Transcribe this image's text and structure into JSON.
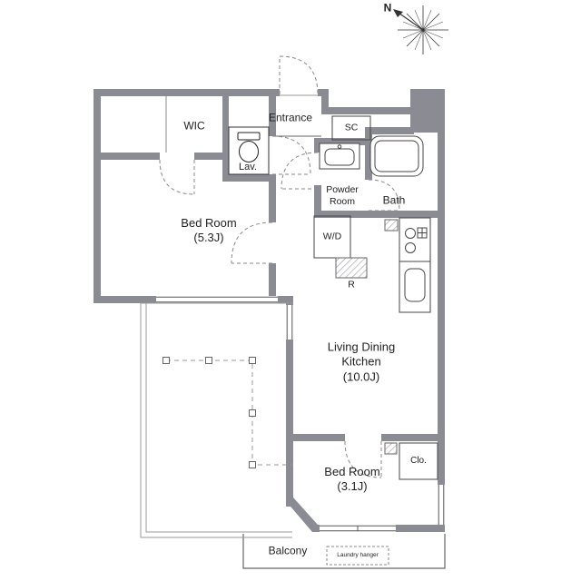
{
  "plan": {
    "compass": {
      "north": "N"
    },
    "labels": {
      "wic": "WIC",
      "entrance": "Entrance",
      "shoe_closet": "SC",
      "lavatory": "Lav.",
      "powder_room": "Powder\nRoom",
      "bath": "Bath",
      "washer_dryer": "W/D",
      "refrigerator": "R",
      "bedroom_1": "Bed Room\n(5.3J)",
      "living_dining_kitchen": "Living Dining\nKitchen\n(10.0J)",
      "bedroom_2": "Bed Room\n(3.1J)",
      "closet": "Clo.",
      "balcony": "Balcony",
      "laundry_hanger": "Laundry hanger"
    },
    "colors": {
      "wall": "#8b8b93",
      "fixture_line": "#444444",
      "dashed_line": "#888888"
    }
  }
}
